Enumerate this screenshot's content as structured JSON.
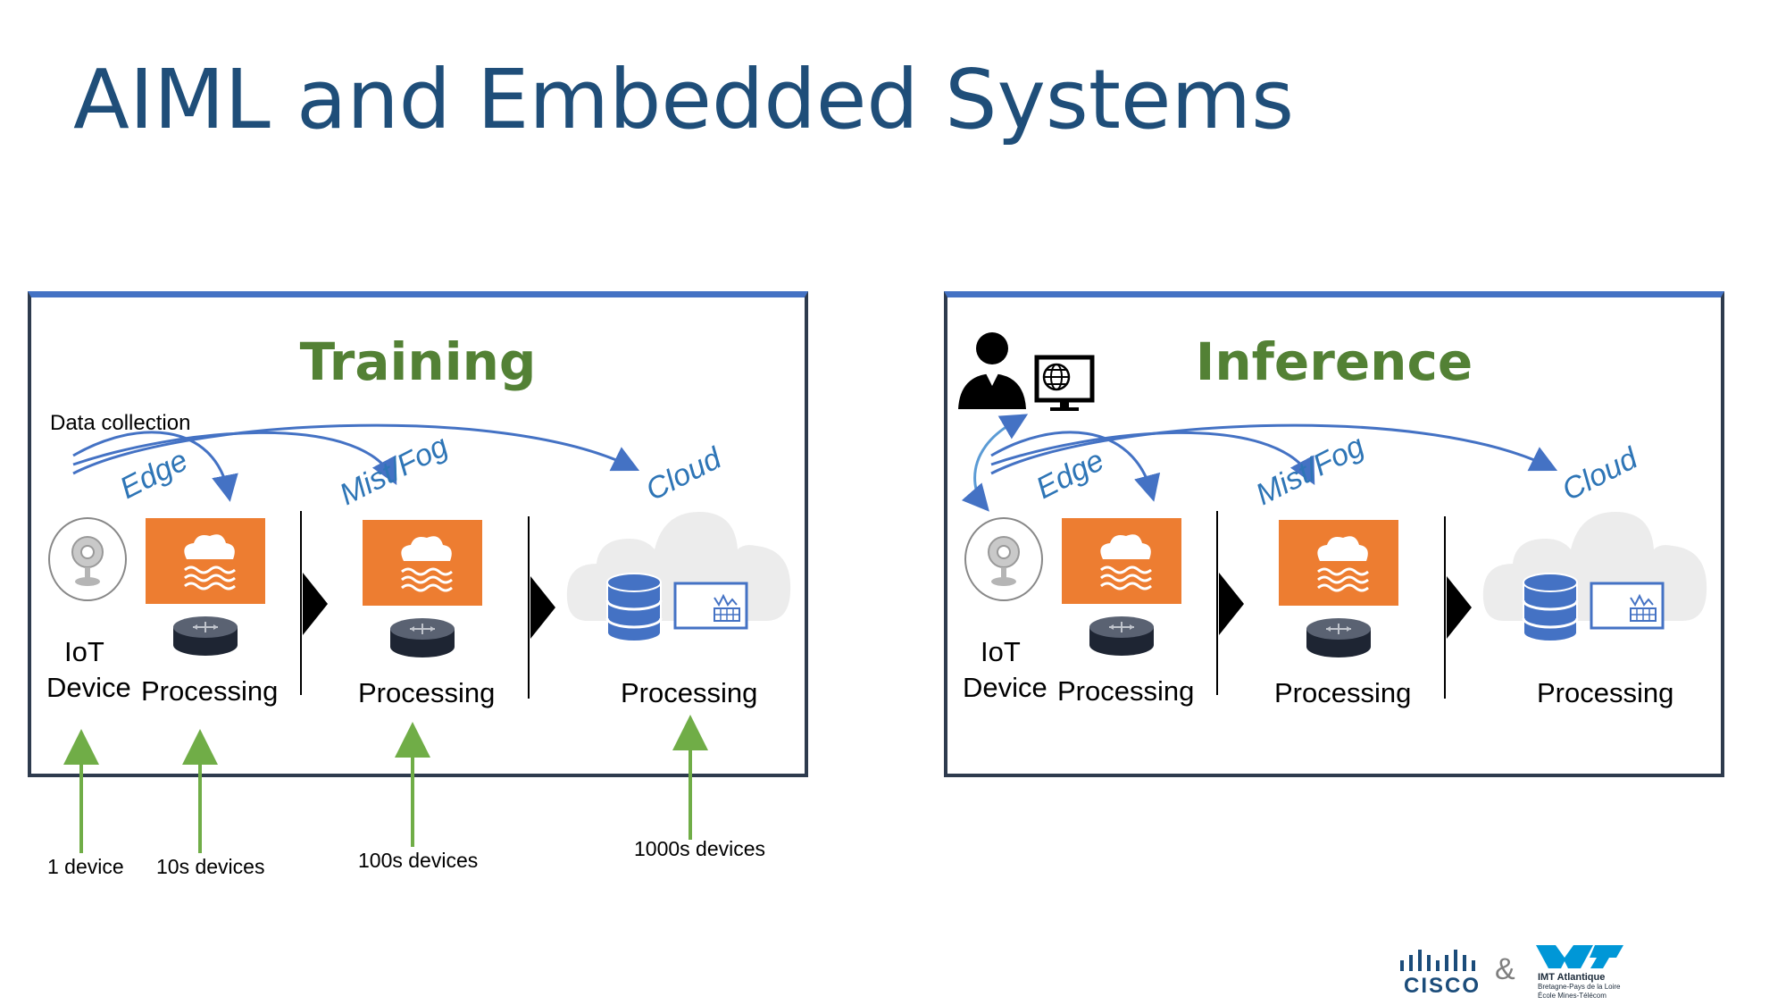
{
  "slide": {
    "title": "AIML and Embedded Systems"
  },
  "training": {
    "heading": "Training",
    "data_collection": "Data collection",
    "tiers": [
      "Edge",
      "Mist/Fog",
      "Cloud"
    ],
    "iot_line1": "IoT",
    "iot_line2": "Device",
    "processing": [
      "Processing",
      "Processing",
      "Processing"
    ],
    "device_counts": [
      "1 device",
      "10s devices",
      "100s devices",
      "1000s devices"
    ]
  },
  "inference": {
    "heading": "Inference",
    "tiers": [
      "Edge",
      "Mist/Fog",
      "Cloud"
    ],
    "iot_line1": "IoT",
    "iot_line2": "Device",
    "processing": [
      "Processing",
      "Processing",
      "Processing"
    ]
  },
  "footer": {
    "cisco": "CISCO",
    "ampersand": "&",
    "imt_line1": "IMT Atlantique",
    "imt_line2": "Bretagne-Pays de la Loire",
    "imt_line3": "École Mines-Télécom"
  },
  "colors": {
    "title": "#1f4e79",
    "heading": "#538135",
    "tier_text": "#2e75b6",
    "flow_arrow": "#4472c4",
    "count_arrow": "#70ad47",
    "processing_box": "#ed7d31",
    "database": "#4472c4",
    "cloud": "#ececec"
  },
  "icons": [
    "webcam-icon",
    "processing-box-icon",
    "router-icon",
    "cloud-icon",
    "database-icon",
    "dashboard-icon",
    "user-icon",
    "monitor-globe-icon",
    "chevron-right-icon"
  ]
}
